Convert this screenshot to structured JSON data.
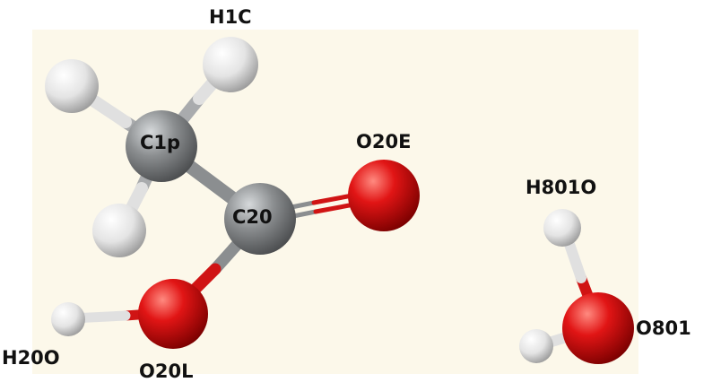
{
  "colors": {
    "background": "#ffffff",
    "panel": "#fcf8ea",
    "carbon": "#8b8e90",
    "oxygen": "#e11515",
    "hydrogen": "#e8e8e8",
    "label": "#111111"
  },
  "labels": {
    "h1c": "H1C",
    "c1p": "C1p",
    "c20": "C20",
    "o20e": "O20E",
    "h801o": "H801O",
    "o801": "O801",
    "h20o": "H20O",
    "o20l": "O20L"
  }
}
